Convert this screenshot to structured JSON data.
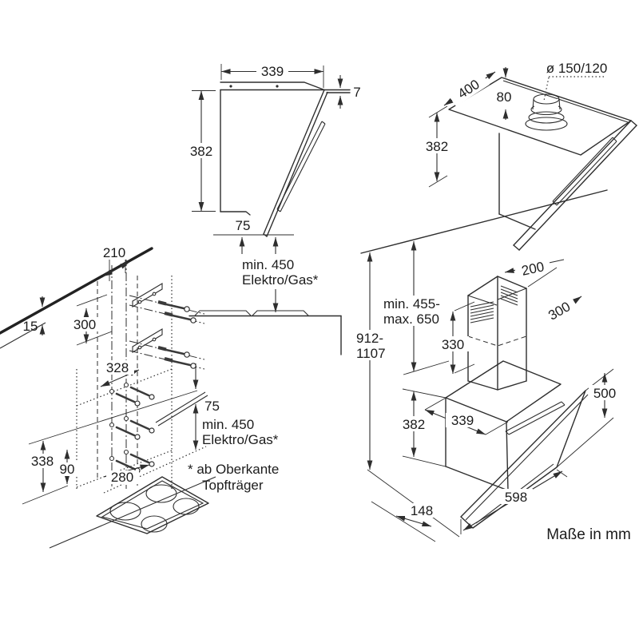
{
  "units_note": "Maße in mm",
  "side_view": {
    "top_width": "339",
    "glass_overhang": "7",
    "height": "382",
    "bottom_inset": "75",
    "clearance_min": "min. 450",
    "clearance_type": "Elektro/Gas*"
  },
  "perspective_view": {
    "duct_diameter": "ø 150/120",
    "depth": "400",
    "duct_offset": "80",
    "height": "382"
  },
  "mounting_view": {
    "ceiling_offset": "210",
    "wall_clearance": "15",
    "bracket_spacing": "300",
    "upper_hole_width": "328",
    "hood_overlap": "75",
    "clearance_min": "min. 450",
    "clearance_type": "Elektro/Gas*",
    "lower_height": "338",
    "lower_offset": "90",
    "lower_hole_width": "280",
    "footnote_line1": "* ab Oberkante",
    "footnote_line2": "Topfträger"
  },
  "installed_view": {
    "total_height_line1": "912-",
    "total_height_line2": "1107",
    "chimney_range_line1": "min. 455-",
    "chimney_range_line2": "max. 650",
    "chimney_width": "200",
    "chimney_depth": "300",
    "chimney_section_height": "330",
    "body_height": "382",
    "body_depth": "339",
    "glass_height": "500",
    "glass_width": "598",
    "wall_depth": "148"
  }
}
